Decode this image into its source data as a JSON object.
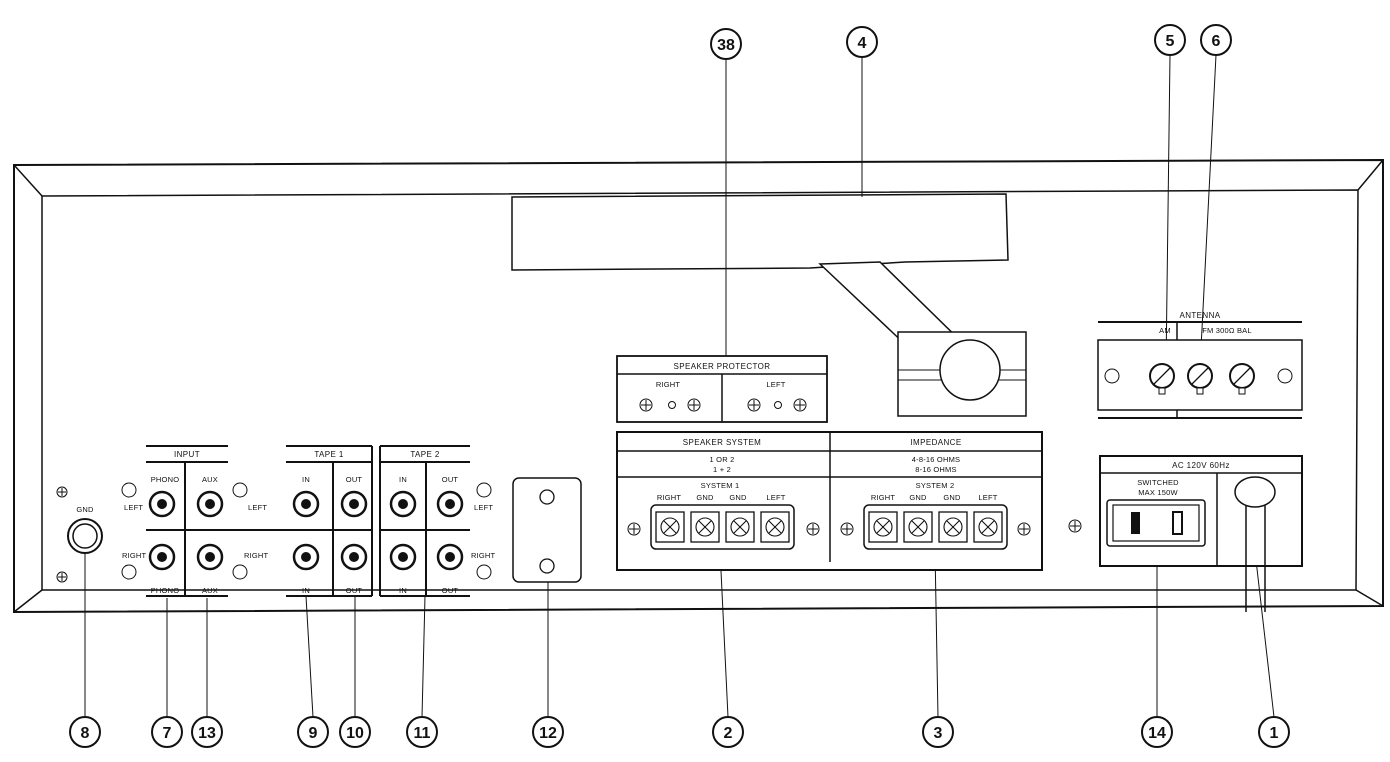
{
  "callouts": {
    "c38": "38",
    "c4": "4",
    "c5": "5",
    "c6": "6",
    "c8": "8",
    "c7": "7",
    "c13": "13",
    "c9": "9",
    "c10": "10",
    "c11": "11",
    "c12": "12",
    "c2": "2",
    "c3": "3",
    "c14": "14",
    "c1": "1"
  },
  "gnd": {
    "label": "GND"
  },
  "input_panel": {
    "title": "INPUT",
    "phono_top": "PHONO",
    "aux_top": "AUX",
    "left": "LEFT",
    "right": "RIGHT",
    "phono_bottom": "PHONO",
    "aux_bottom": "AUX",
    "mid_left": "LEFT",
    "mid_right": "RIGHT"
  },
  "tape1": {
    "title": "TAPE 1",
    "in_top": "IN",
    "out_top": "OUT",
    "in_bottom": "IN",
    "out_bottom": "OUT"
  },
  "tape2": {
    "title": "TAPE 2",
    "in_top": "IN",
    "out_top": "OUT",
    "in_bottom": "IN",
    "out_bottom": "OUT",
    "left": "LEFT",
    "right": "RIGHT"
  },
  "speaker_protector": {
    "title": "SPEAKER PROTECTOR",
    "right": "RIGHT",
    "left": "LEFT"
  },
  "speaker_system": {
    "title": "SPEAKER SYSTEM",
    "mode_a": "1 OR 2",
    "mode_b": "1 + 2",
    "system1": "SYSTEM 1",
    "t1_right": "RIGHT",
    "t1_gnd_a": "GND",
    "t1_gnd_b": "GND",
    "t1_left": "LEFT"
  },
  "impedance": {
    "title": "IMPEDANCE",
    "value_a": "4-8-16 OHMS",
    "value_b": "8-16 OHMS",
    "system2": "SYSTEM 2",
    "t2_right": "RIGHT",
    "t2_gnd_a": "GND",
    "t2_gnd_b": "GND",
    "t2_left": "LEFT"
  },
  "antenna": {
    "title": "ANTENNA",
    "am": "AM",
    "fm": "FM 300Ω BAL"
  },
  "ac": {
    "title": "AC 120V 60Hz",
    "switched": "SWITCHED",
    "max": "MAX 150W"
  }
}
